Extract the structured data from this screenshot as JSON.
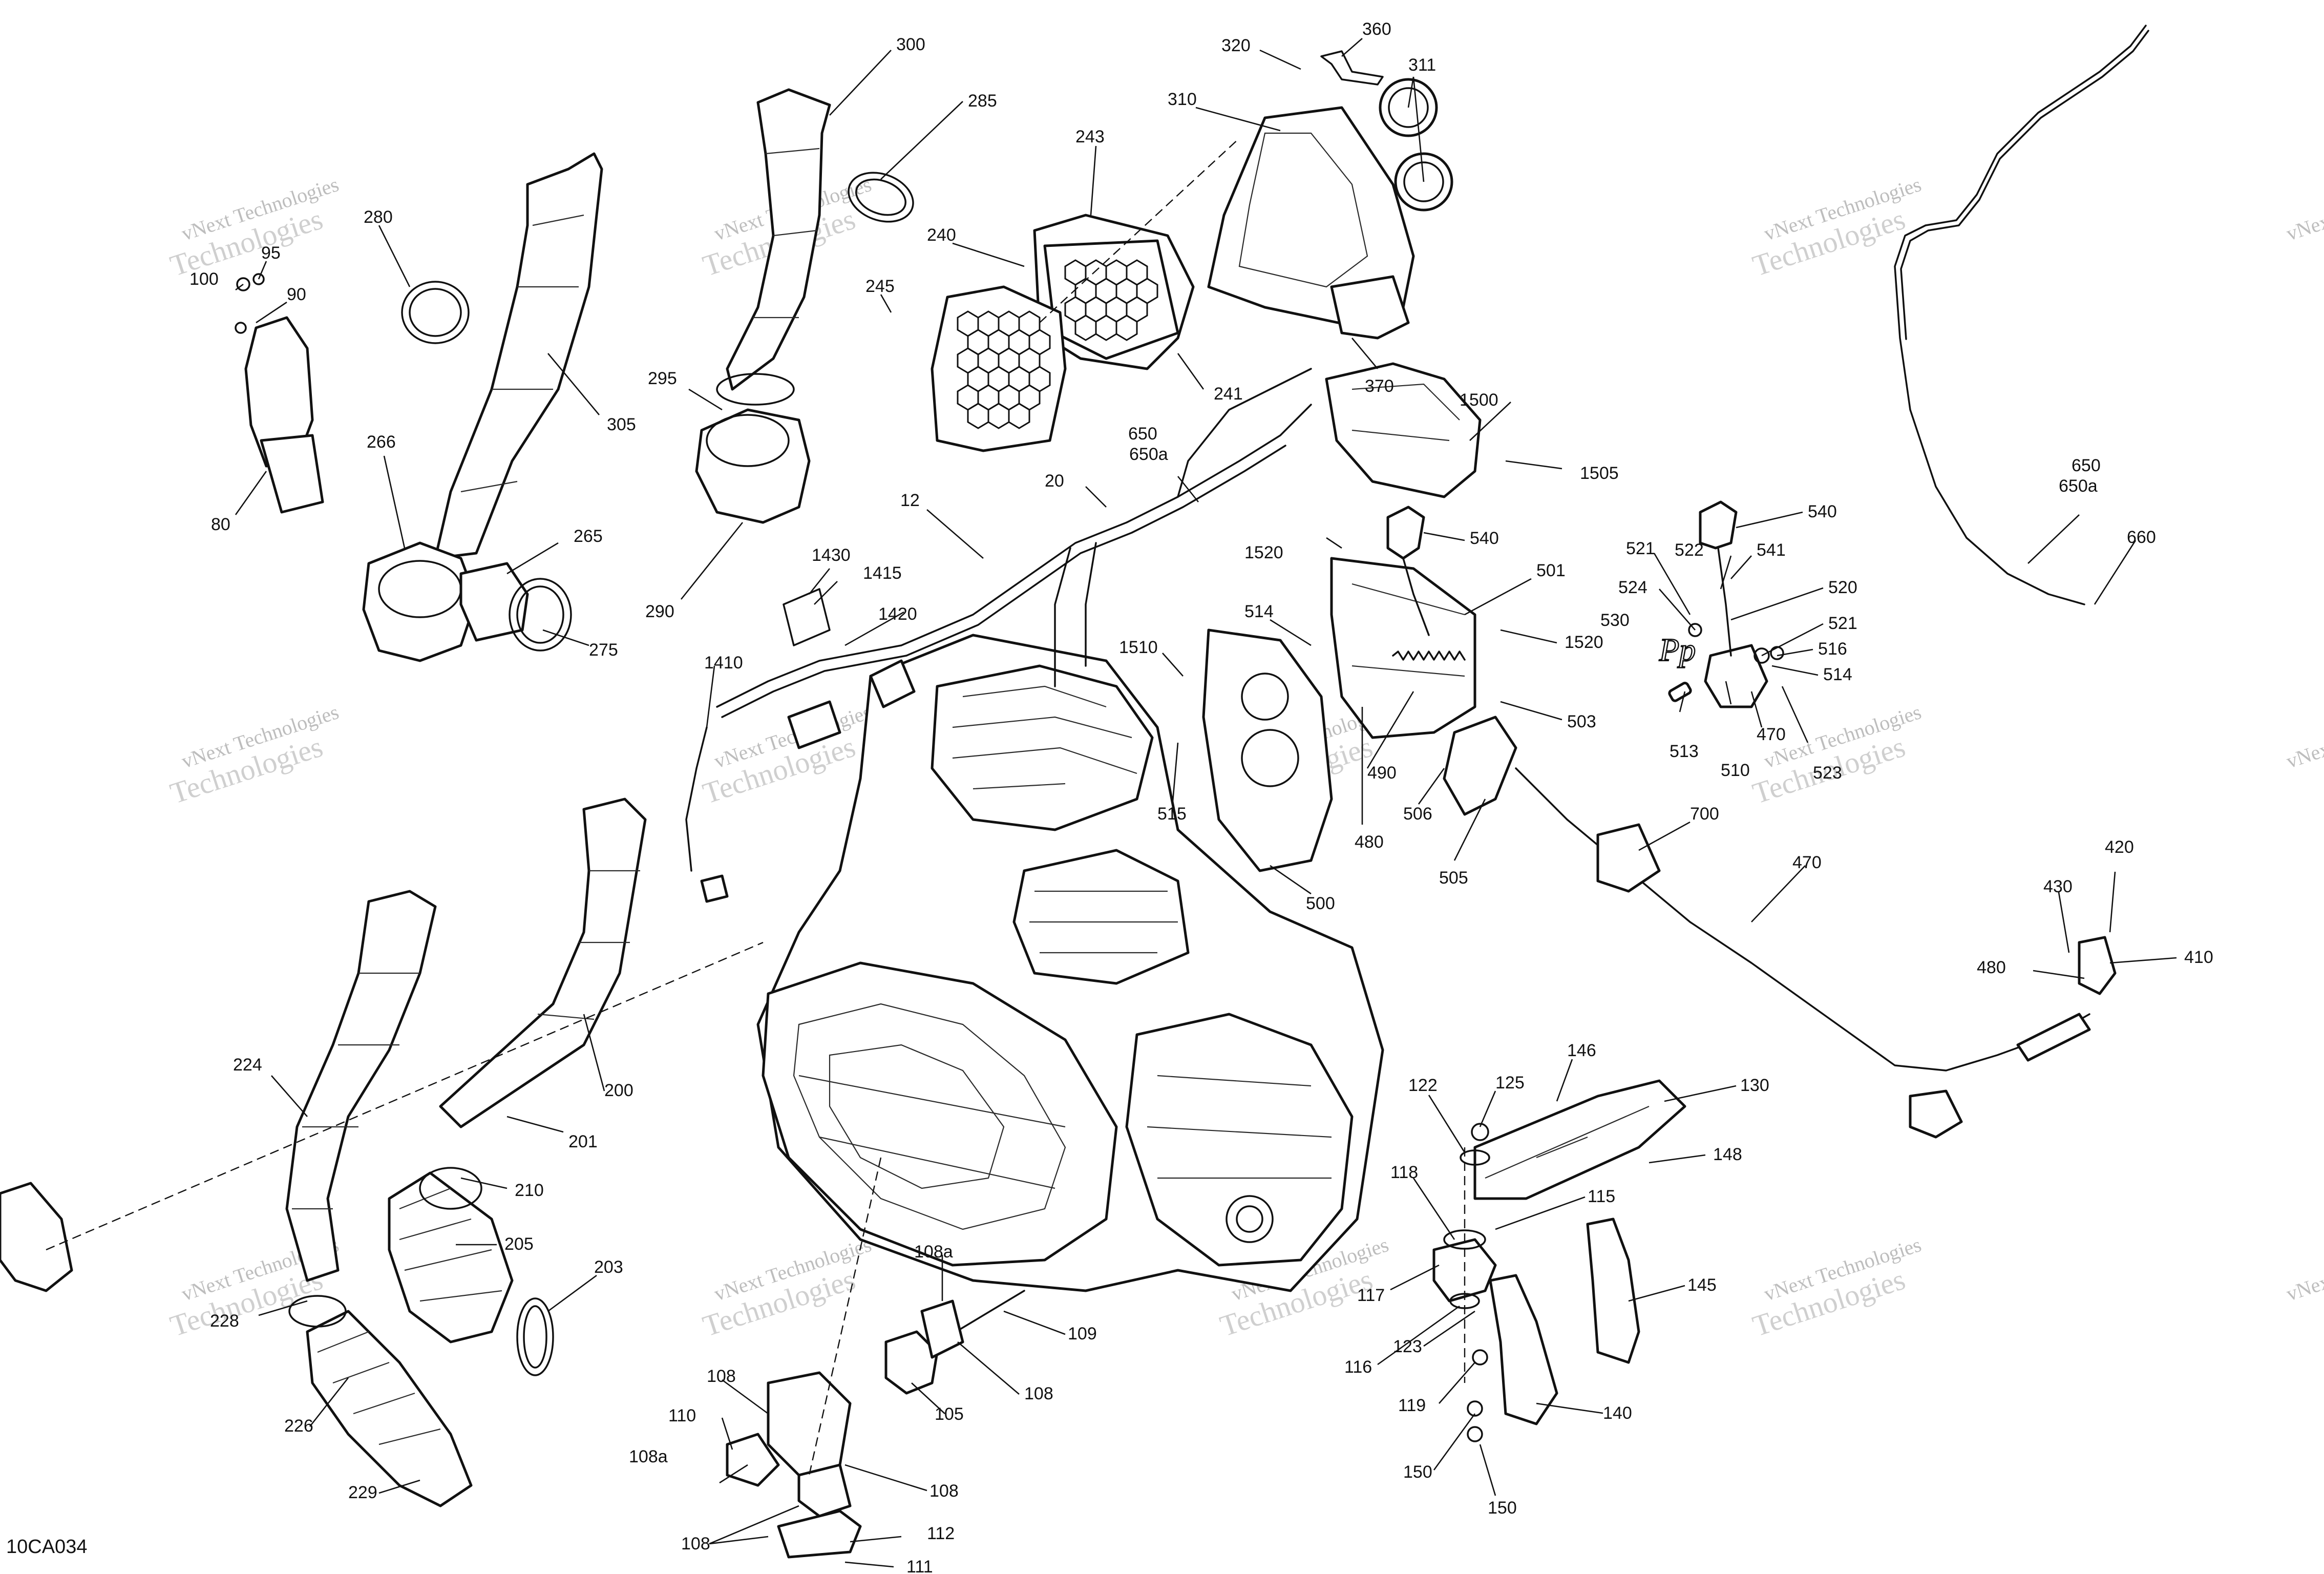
{
  "diagram_code": "10CA034",
  "watermark": {
    "line1": "vNext Technologies",
    "line2": "Technologies",
    "prefix": "vNext"
  },
  "handwritten_mark": "Pp",
  "callouts": [
    {
      "id": "c300",
      "label": "300"
    },
    {
      "id": "c285",
      "label": "285"
    },
    {
      "id": "c243",
      "label": "243"
    },
    {
      "id": "c240",
      "label": "240"
    },
    {
      "id": "c245",
      "label": "245"
    },
    {
      "id": "c241",
      "label": "241"
    },
    {
      "id": "c320",
      "label": "320"
    },
    {
      "id": "c360",
      "label": "360"
    },
    {
      "id": "c311",
      "label": "311"
    },
    {
      "id": "c310",
      "label": "310"
    },
    {
      "id": "c370",
      "label": "370"
    },
    {
      "id": "c280",
      "label": "280"
    },
    {
      "id": "c100",
      "label": "100"
    },
    {
      "id": "c95",
      "label": "95"
    },
    {
      "id": "c90",
      "label": "90"
    },
    {
      "id": "c80",
      "label": "80"
    },
    {
      "id": "c305",
      "label": "305"
    },
    {
      "id": "c266",
      "label": "266"
    },
    {
      "id": "c265",
      "label": "265"
    },
    {
      "id": "c275",
      "label": "275"
    },
    {
      "id": "c295",
      "label": "295"
    },
    {
      "id": "c290",
      "label": "290"
    },
    {
      "id": "c12",
      "label": "12"
    },
    {
      "id": "c20",
      "label": "20"
    },
    {
      "id": "c650top",
      "label": "650"
    },
    {
      "id": "c650atop",
      "label": "650a"
    },
    {
      "id": "c1500",
      "label": "1500"
    },
    {
      "id": "c1505",
      "label": "1505"
    },
    {
      "id": "c1520a",
      "label": "1520"
    },
    {
      "id": "c540a",
      "label": "540"
    },
    {
      "id": "c501",
      "label": "501"
    },
    {
      "id": "c514a",
      "label": "514"
    },
    {
      "id": "c1520b",
      "label": "1520"
    },
    {
      "id": "c1510",
      "label": "1510"
    },
    {
      "id": "c503",
      "label": "503"
    },
    {
      "id": "c490",
      "label": "490"
    },
    {
      "id": "c480a",
      "label": "480"
    },
    {
      "id": "c506",
      "label": "506"
    },
    {
      "id": "c505",
      "label": "505"
    },
    {
      "id": "c515",
      "label": "515"
    },
    {
      "id": "c500",
      "label": "500"
    },
    {
      "id": "c1430",
      "label": "1430"
    },
    {
      "id": "c1415",
      "label": "1415"
    },
    {
      "id": "c1420",
      "label": "1420"
    },
    {
      "id": "c1410",
      "label": "1410"
    },
    {
      "id": "c650r",
      "label": "650"
    },
    {
      "id": "c650ar",
      "label": "650a"
    },
    {
      "id": "c660",
      "label": "660"
    },
    {
      "id": "c540b",
      "label": "540"
    },
    {
      "id": "c521a",
      "label": "521"
    },
    {
      "id": "c522",
      "label": "522"
    },
    {
      "id": "c541",
      "label": "541"
    },
    {
      "id": "c524",
      "label": "524"
    },
    {
      "id": "c520",
      "label": "520"
    },
    {
      "id": "c530",
      "label": "530"
    },
    {
      "id": "c521b",
      "label": "521"
    },
    {
      "id": "c516",
      "label": "516"
    },
    {
      "id": "c514b",
      "label": "514"
    },
    {
      "id": "c513",
      "label": "513"
    },
    {
      "id": "c510",
      "label": "510"
    },
    {
      "id": "c470a",
      "label": "470"
    },
    {
      "id": "c523",
      "label": "523"
    },
    {
      "id": "c700",
      "label": "700"
    },
    {
      "id": "c470b",
      "label": "470"
    },
    {
      "id": "c420",
      "label": "420"
    },
    {
      "id": "c430",
      "label": "430"
    },
    {
      "id": "c410",
      "label": "410"
    },
    {
      "id": "c480b",
      "label": "480"
    },
    {
      "id": "c224",
      "label": "224"
    },
    {
      "id": "c200",
      "label": "200"
    },
    {
      "id": "c201",
      "label": "201"
    },
    {
      "id": "c210",
      "label": "210"
    },
    {
      "id": "c205",
      "label": "205"
    },
    {
      "id": "c203",
      "label": "203"
    },
    {
      "id": "c228",
      "label": "228"
    },
    {
      "id": "c226",
      "label": "226"
    },
    {
      "id": "c229",
      "label": "229"
    },
    {
      "id": "c108a1",
      "label": "108a"
    },
    {
      "id": "c109",
      "label": "109"
    },
    {
      "id": "c108_1",
      "label": "108"
    },
    {
      "id": "c105",
      "label": "105"
    },
    {
      "id": "c108_2",
      "label": "108"
    },
    {
      "id": "c110",
      "label": "110"
    },
    {
      "id": "c108a2",
      "label": "108a"
    },
    {
      "id": "c108_3",
      "label": "108"
    },
    {
      "id": "c108_4",
      "label": "108"
    },
    {
      "id": "c112",
      "label": "112"
    },
    {
      "id": "c111",
      "label": "111"
    },
    {
      "id": "c122",
      "label": "122"
    },
    {
      "id": "c125",
      "label": "125"
    },
    {
      "id": "c146",
      "label": "146"
    },
    {
      "id": "c130",
      "label": "130"
    },
    {
      "id": "c148",
      "label": "148"
    },
    {
      "id": "c118",
      "label": "118"
    },
    {
      "id": "c115",
      "label": "115"
    },
    {
      "id": "c117",
      "label": "117"
    },
    {
      "id": "c145",
      "label": "145"
    },
    {
      "id": "c116",
      "label": "116"
    },
    {
      "id": "c123",
      "label": "123"
    },
    {
      "id": "c119",
      "label": "119"
    },
    {
      "id": "c140",
      "label": "140"
    },
    {
      "id": "c150a",
      "label": "150"
    },
    {
      "id": "c150b",
      "label": "150"
    }
  ]
}
